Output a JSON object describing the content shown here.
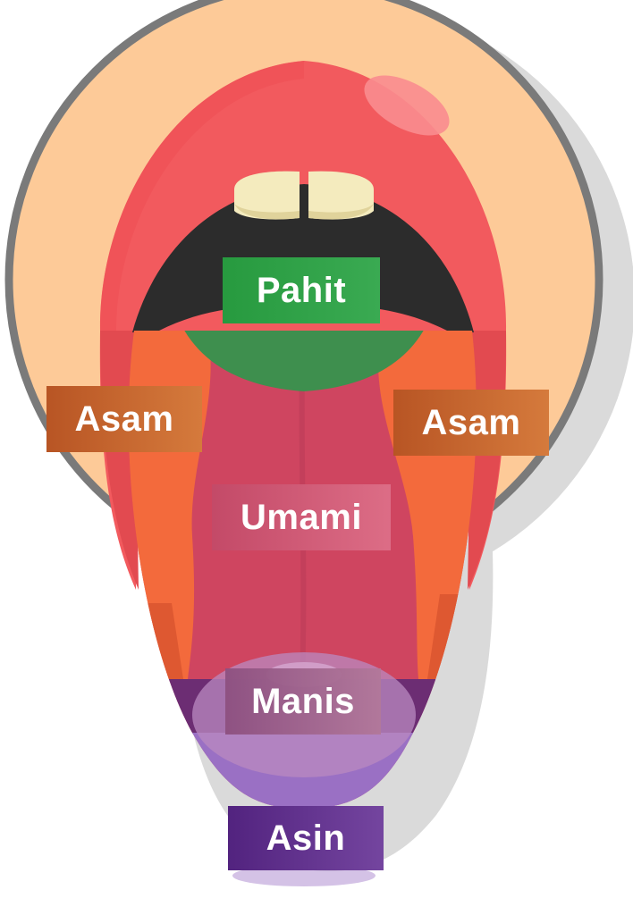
{
  "labels": {
    "pahit": "Pahit",
    "asam_left": "Asam",
    "asam_right": "Asam",
    "umami": "Umami",
    "manis": "Manis",
    "asin": "Asin"
  },
  "colors": {
    "face": "#fdca98",
    "face_outline": "#7a7a7a",
    "shadow": "#dadada",
    "lips": "#f25a5e",
    "mouth": "#2c2c2c",
    "teeth": "#f4ebbe",
    "tongue": "#cf4560",
    "sour_zone": "#f36a3c",
    "salty_zone": "#9a70c4",
    "bitter_zone": "#3e8f4e",
    "pahit_label": "#2e9e47",
    "asam_label": "#c7652c",
    "umami_label": "#cf5d78",
    "manis_label": "#9e6288",
    "asin_label": "#5f2f8f"
  }
}
